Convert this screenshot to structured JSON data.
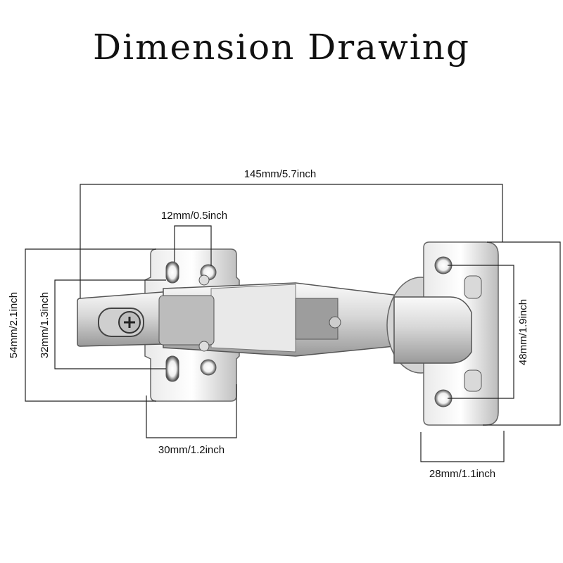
{
  "title": "Dimension Drawing",
  "dimensions": {
    "total_length": "145mm/5.7inch",
    "hole_spacing": "12mm/0.5inch",
    "overall_height": "54mm/2.1inch",
    "hole_height": "32mm/1.3inch",
    "base_width": "30mm/1.2inch",
    "cup_height": "48mm/1.9inch",
    "cup_width": "28mm/1.1inch"
  },
  "colors": {
    "metal_light": "#f2f2f2",
    "metal_mid": "#c9c9c9",
    "metal_dark": "#7a7a7a",
    "outline": "#555555"
  }
}
